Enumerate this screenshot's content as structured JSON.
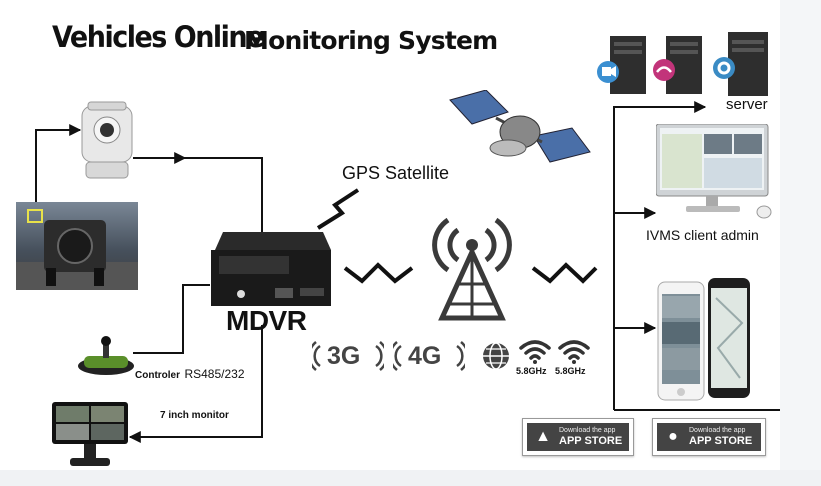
{
  "title": {
    "part1": "Vehicles Online",
    "part2": "Monitoring System"
  },
  "labels": {
    "gps": "GPS Satellite",
    "mdvr": "MDVR",
    "server": "server",
    "ivms": "IVMS client admin",
    "controller_a": "Controler",
    "controller_b": "RS485/232",
    "monitor": "7 inch monitor"
  },
  "networks": [
    {
      "icon": "3g-icon",
      "label": "3G"
    },
    {
      "icon": "4g-icon",
      "label": "4G"
    },
    {
      "icon": "globe-icon",
      "label": ""
    },
    {
      "icon": "wifi-icon",
      "label": "5.8GHz"
    },
    {
      "icon": "wifi-icon",
      "label": "5.8GHz"
    }
  ],
  "stores": [
    {
      "icon": "android-icon",
      "small": "Download the app",
      "big": "APP STORE"
    },
    {
      "icon": "apple-icon",
      "small": "Download the app",
      "big": "APP STORE"
    }
  ],
  "colors": {
    "line": "#111111",
    "device": "#1a1a1a",
    "tower": "#3a3a3a",
    "store_bg": "#444444"
  }
}
